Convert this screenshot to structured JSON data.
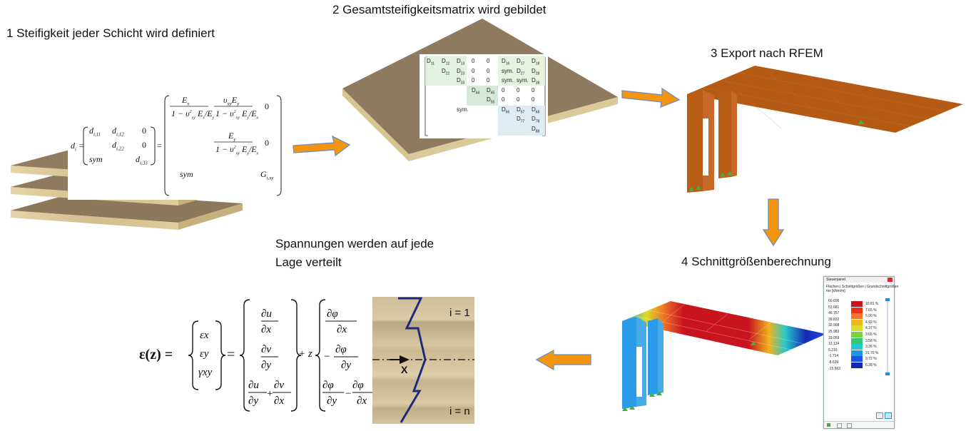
{
  "steps": {
    "s1": "1 Steifigkeit jeder Schicht wird definiert",
    "s2": "2 Gesamtsteifigkeitsmatrix wird gebildet",
    "s3": "3 Export nach RFEM",
    "s4": "4 Schnittgrößenberechnung",
    "s5_line1": "Spannungen werden auf jede",
    "s5_line2": "Lage verteilt"
  },
  "layer_matrix": {
    "lhs": "d",
    "lhs_sub": "i",
    "m11": "d",
    "m11_sub": "i,11",
    "m12": "d",
    "m12_sub": "i,12",
    "m22": "d",
    "m22_sub": "i,22",
    "m33": "d",
    "m33_sub": "i,33",
    "zero": "0",
    "sym": "sym",
    "G": "G",
    "G_sub": "i,xy"
  },
  "global_matrix": {
    "rows": [
      [
        "D11",
        "D12",
        "D13",
        "0",
        "0",
        "D16",
        "D17",
        "D18"
      ],
      [
        "",
        "D22",
        "D23",
        "0",
        "0",
        "sym.",
        "D27",
        "D28"
      ],
      [
        "",
        "",
        "D33",
        "0",
        "0",
        "sym.",
        "sym.",
        "D38"
      ],
      [
        "",
        "",
        "",
        "D44",
        "D45",
        "0",
        "0",
        "0"
      ],
      [
        "",
        "",
        "",
        "",
        "D55",
        "0",
        "0",
        "0"
      ],
      [
        "",
        "",
        "sym.",
        "",
        "",
        "D66",
        "D67",
        "D68"
      ],
      [
        "",
        "",
        "",
        "",
        "",
        "",
        "D77",
        "D78"
      ],
      [
        "",
        "",
        "",
        "",
        "",
        "",
        "",
        "D88"
      ]
    ]
  },
  "strain": {
    "lhs": "ε(z) =",
    "eps_x": "εx",
    "eps_y": "εy",
    "gamma_xy": "γxy",
    "plus_z": "+ z",
    "layer_top": "i = 1",
    "layer_bottom": "i = n",
    "axis_x": "X"
  },
  "control_panel": {
    "title": "Steuerpanel",
    "subtitle1": "Flächen | Schnittgrößen | Grundschnittgrößen",
    "subtitle2": "mx [kNm/m]",
    "values": [
      "60.606",
      "53.681",
      "46.757",
      "39.832",
      "32.908",
      "25.983",
      "19.059",
      "12.134",
      "5.210",
      "-1.714",
      "-8.639",
      "-15.563"
    ],
    "percents": [
      "10.81 %",
      "7.65 %",
      "5.90 %",
      "4.92 %",
      "4.37 %",
      "3.65 %",
      "3.58 %",
      "3.36 %",
      "31.70 %",
      "9.72 %",
      "6.28 %"
    ],
    "colors": [
      "#c8141e",
      "#e8321e",
      "#f07828",
      "#f0b41e",
      "#dcdc28",
      "#78d23c",
      "#32c878",
      "#28c8c8",
      "#1e96e6",
      "#1e50e6",
      "#1428b4"
    ]
  },
  "colors": {
    "arrow": "#f5940f",
    "arrow_edge": "#6a8fc0",
    "rfem_brown": "#b55a15",
    "wood_top": "#8e7a5e",
    "wood_side": "#d9c89e"
  }
}
